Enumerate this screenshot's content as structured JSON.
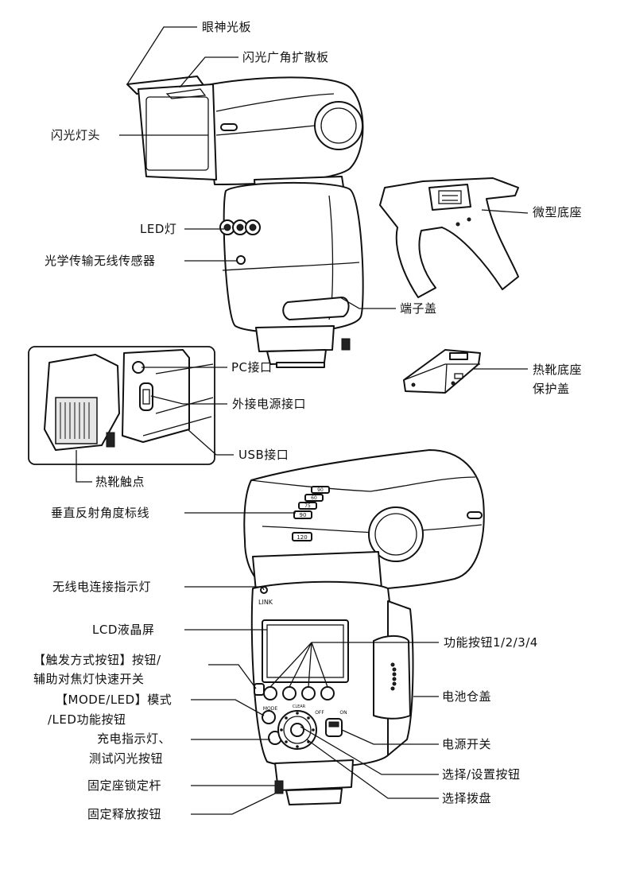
{
  "labels": {
    "catchlight": "眼神光板",
    "wide_panel": "闪光广角扩散板",
    "flash_head": "闪光灯头",
    "led": "LED灯",
    "optical_sensor": "光学传输无线传感器",
    "mini_stand": "微型底座",
    "terminal_cover": "端子盖",
    "pc_port": "PC接口",
    "ext_power": "外接电源接口",
    "usb": "USB接口",
    "hotshoe_cap_line1": "热靴底座",
    "hotshoe_cap_line2": "保护盖",
    "hotshoe_contacts": "热靴触点",
    "bounce_scale": "垂直反射角度标线",
    "wireless_link": "无线电连接指示灯",
    "lcd": "LCD液晶屏",
    "function_buttons": "功能按钮1/2/3/4",
    "trigger_button_line1": "【触发方式按钮】按钮/",
    "trigger_button_line2": "辅助对焦灯快速开关",
    "mode_button_line1": "【MODE/LED】模式",
    "mode_button_line2": "/LED功能按钮",
    "battery_cover": "电池仓盖",
    "ready_line1": "充电指示灯、",
    "ready_line2": "测试闪光按钮",
    "power_switch": "电源开关",
    "set_button": "选择/设置按钮",
    "lock_lever": "固定座锁定杆",
    "select_dial": "选择拨盘",
    "release_button": "固定释放按钮"
  },
  "device_marks": {
    "angles": [
      "90",
      "60",
      "75",
      "90",
      "120"
    ],
    "link": "LINK",
    "mode": "MODE",
    "clear": "CLEAR",
    "off": "OFF",
    "on": "ON"
  }
}
